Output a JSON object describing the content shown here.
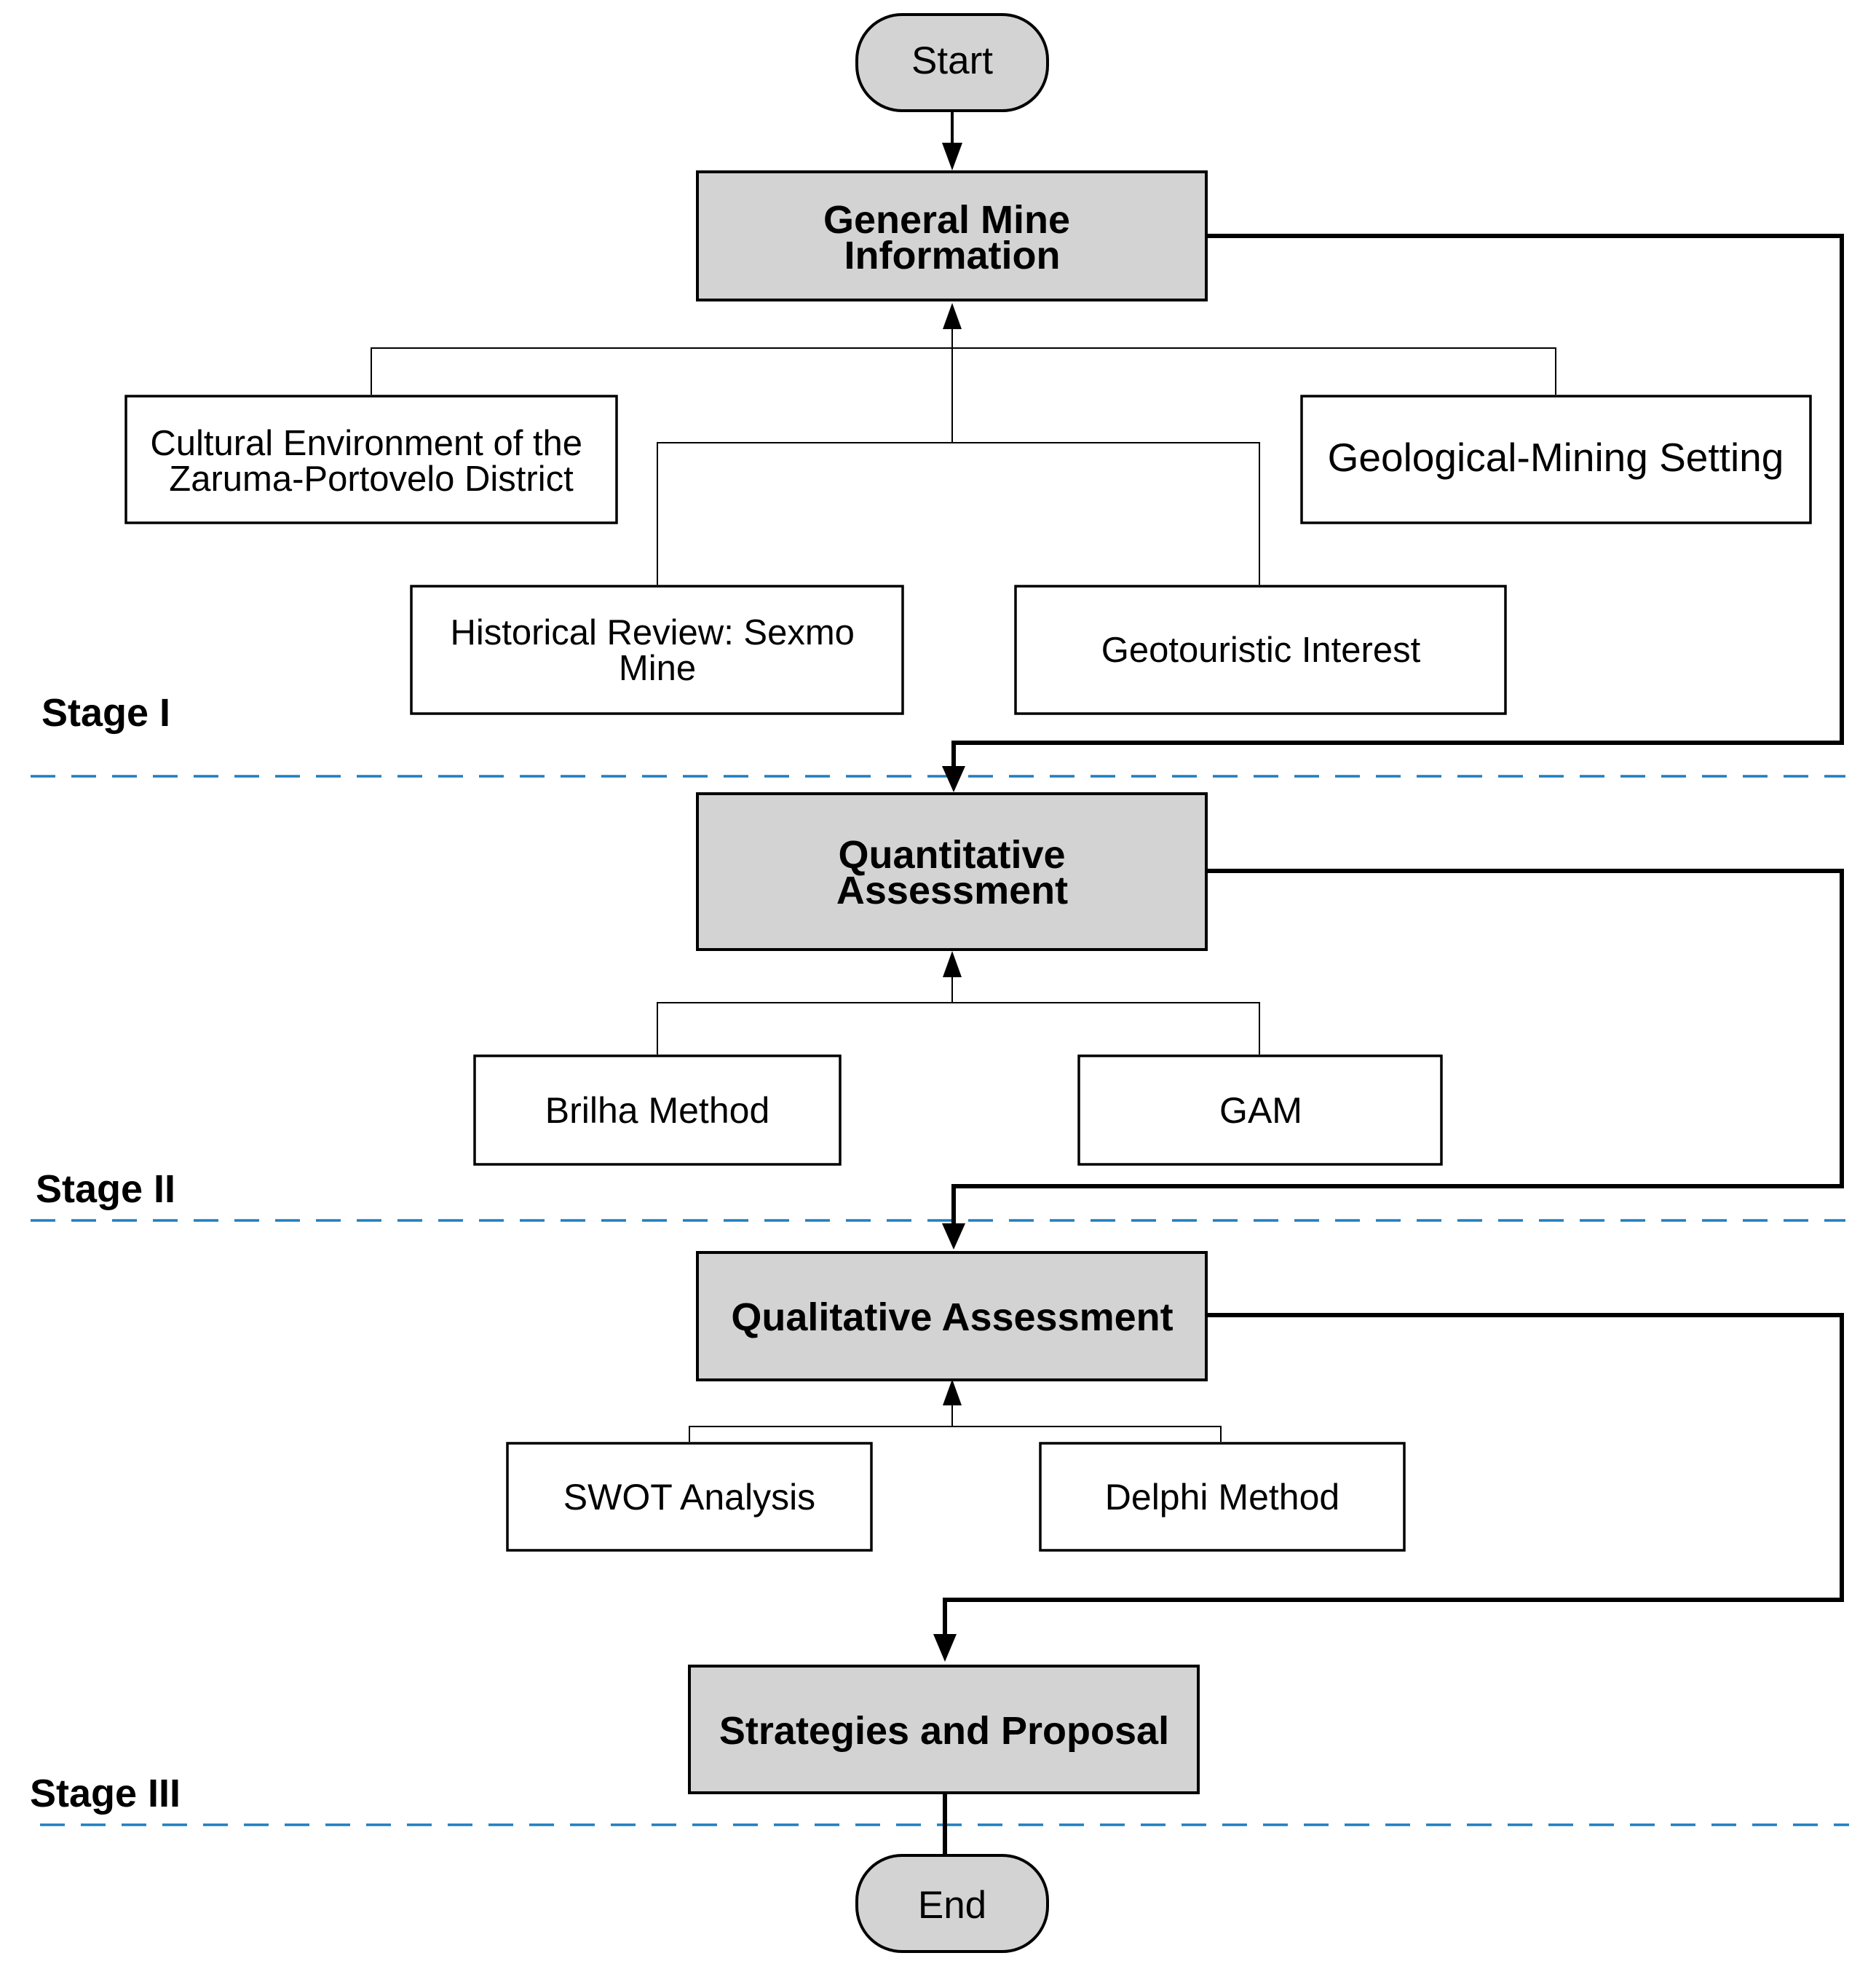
{
  "terminals": {
    "start": "Start",
    "end": "End"
  },
  "main_steps": {
    "general_mine_information": [
      "General Mine",
      "Information"
    ],
    "quantitative_assessment": [
      "Quantitative",
      "Assessment"
    ],
    "qualitative_assessment": "Qualitative Assessment",
    "strategies_and_proposal": "Strategies and Proposal"
  },
  "inputs": {
    "cultural_environment": [
      "Cultural Environment of the",
      "Zaruma-Portovelo District"
    ],
    "geological_mining_setting": "Geological-Mining Setting",
    "historical_review": [
      "Historical Review: Sexmo",
      "Mine"
    ],
    "geotouristic_interest": "Geotouristic Interest",
    "brilha_method": "Brilha Method",
    "gam": "GAM",
    "swot_analysis": "SWOT Analysis",
    "delphi_method": "Delphi Method"
  },
  "stages": {
    "stage_1": "Stage I",
    "stage_2": "Stage II",
    "stage_3": "Stage III"
  },
  "colors": {
    "main_step_fill": "#d3d3d3",
    "input_fill": "#ffffff",
    "stage_divider": "#1f7fbf"
  }
}
